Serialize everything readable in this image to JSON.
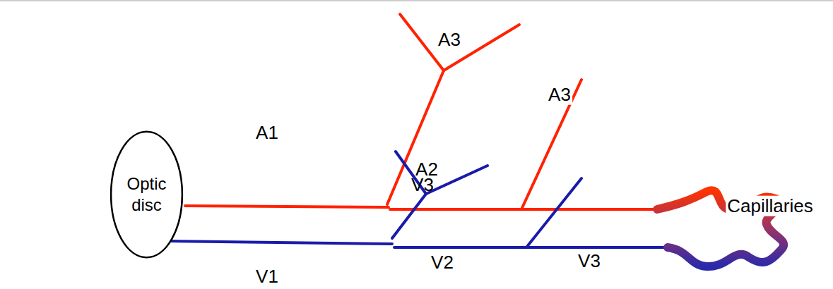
{
  "diagram": {
    "nodes": [
      {
        "text": [
          "Optic disc"
        ]
      }
    ],
    "labels": [
      "A3",
      "A3",
      "A1",
      "A2",
      "V3",
      "V2",
      "V3",
      "V1",
      "Capillaries"
    ]
  }
}
